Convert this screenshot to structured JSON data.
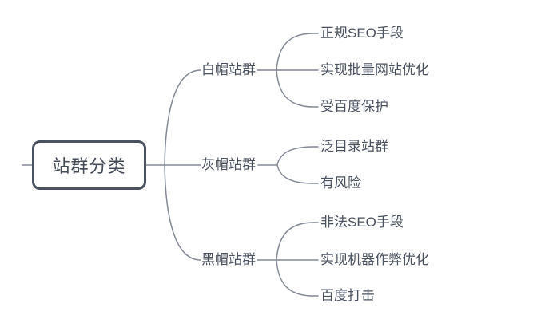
{
  "mindmap": {
    "root": {
      "label": "站群分类"
    },
    "branches": [
      {
        "label": "白帽站群",
        "children": [
          "正规SEO手段",
          "实现批量网站优化",
          "受百度保护"
        ]
      },
      {
        "label": "灰帽站群",
        "children": [
          "泛目录站群",
          "有风险"
        ]
      },
      {
        "label": "黑帽站群",
        "children": [
          "非法SEO手段",
          "实现机器作弊优化",
          "百度打击"
        ]
      }
    ],
    "colors": {
      "node_text": "#434a58",
      "connector_line": "#838995",
      "root_border": "#4a5160",
      "background": "#ffffff"
    }
  }
}
